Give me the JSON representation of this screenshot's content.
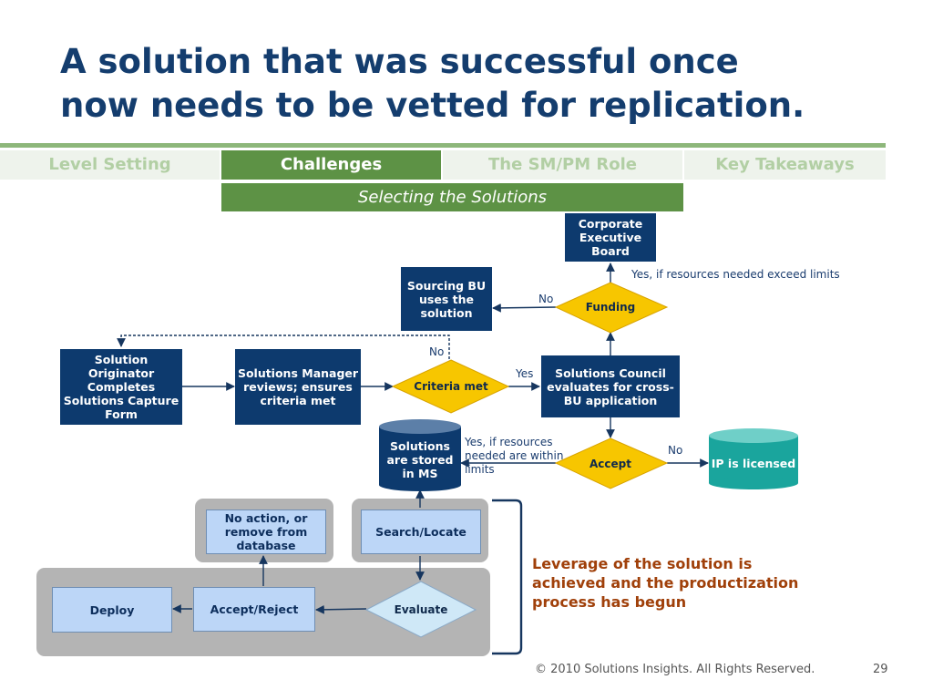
{
  "title_line1": "A solution that was successful once",
  "title_line2": "now needs to be vetted for replication.",
  "tabs": [
    "Level Setting",
    "Challenges",
    "The SM/PM Role",
    "Key Takeaways"
  ],
  "subtab": "Selecting the Solutions",
  "nodes": {
    "corporate_board": "Corporate Executive Board",
    "sourcing_bu": "Sourcing BU uses the solution",
    "funding": "Funding",
    "solution_originator": "Solution Originator Completes Solutions Capture Form",
    "solutions_manager": "Solutions Manager reviews; ensures criteria met",
    "criteria_met": "Criteria met",
    "solutions_council": "Solutions Council evaluates for cross-BU application",
    "solutions_stored": "Solutions are stored in MS",
    "accept": "Accept",
    "ip_licensed": "IP is licensed",
    "no_action": "No action, or remove from database",
    "search_locate": "Search/Locate",
    "deploy": "Deploy",
    "accept_reject": "Accept/Reject",
    "evaluate": "Evaluate"
  },
  "edge_labels": {
    "funding_yes": "Yes, if  resources needed exceed limits",
    "funding_no": "No",
    "criteria_no": "No",
    "criteria_yes": "Yes",
    "accept_yes": "Yes, if  resources needed are within limits",
    "accept_no": "No"
  },
  "leverage_text": "Leverage of the solution is achieved and the productization process has begun",
  "footer": "© 2010 Solutions Insights. All Rights Reserved.",
  "page_number": "29",
  "colors": {
    "title": "#143d6e",
    "dark_box": "#0d3a6e",
    "diamond_gold": "#f7c600",
    "diamond_light": "#cfe8f7",
    "green_tab": "#5d9245",
    "teal_cylinder": "#1aa59d",
    "leverage_text": "#a0400a"
  }
}
